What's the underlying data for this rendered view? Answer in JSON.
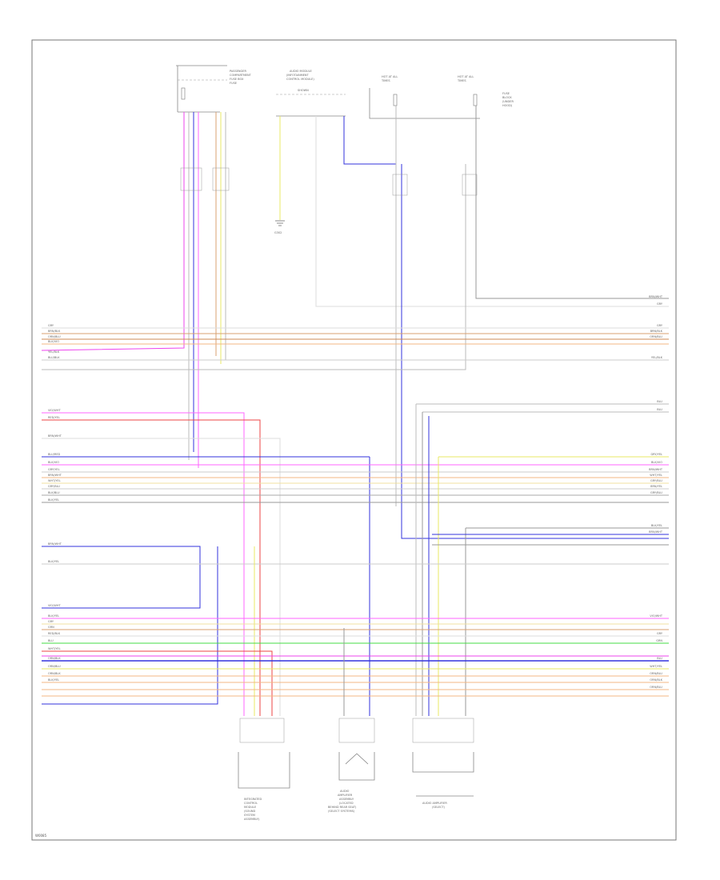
{
  "diagram": {
    "footer_code": "W0085",
    "components": {
      "top_left_fuse": [
        "PASSENGER",
        "COMPARTMENT",
        "FUSE BOX",
        "FUSE"
      ],
      "top_center_module": [
        "AUDIO MODULE",
        "(INFOTAINMENT",
        "CONTROL MODULE)",
        "SHOWN"
      ],
      "top_right_fuse_a": [
        "HOT AT ALL",
        "TIMES"
      ],
      "top_right_fuse_b": [
        "HOT AT ALL",
        "TIMES",
        "FUSE",
        "BLOCK",
        "(UNDER",
        "HOOD)"
      ],
      "ground_label": "G302",
      "bottom_left_module": [
        "INTEGRATED",
        "CONTROL",
        "MODULE",
        "(SOUND",
        "SYSTEM",
        "ASSEMBLY)"
      ],
      "bottom_center_module": [
        "AUDIO",
        "AMPLIFIER",
        "ASSEMBLY",
        "(LOCATED",
        "BEHIND REAR SEAT)",
        "(SELECT SYSTEMS)"
      ],
      "bottom_right_module": [
        "AUDIO AMPLIFIER",
        "(SELECT)"
      ]
    },
    "left_wire_labels": [
      "GRY",
      "BRN/BLK",
      "ORN/BLU",
      "BLK/VIO",
      "YEL/BLK",
      "BLU/BLK",
      "VIO/WHT",
      "RED/YEL",
      "BRN/WHT",
      "BLU/RED",
      "BLK/VIO",
      "GRY/YEL",
      "BRN/WHT",
      "WHT/YEL",
      "GRY/BLU",
      "BLK/BLU",
      "BLK/YEL",
      "BRN/WHT",
      "BLK/YEL",
      "VIO/WHT",
      "BLK/YEL",
      "GRY",
      "GRN",
      "RED/BLK",
      "BLU",
      "WHT/YEL",
      "ORN/BLK",
      "ORN/BLU",
      "ORN/BLK",
      "BLK/YEL"
    ],
    "right_wire_labels": [
      "BRN/WHT",
      "GRY",
      "GRY",
      "BRN/BLK",
      "ORN/BLU",
      "YEL/BLK",
      "BLU",
      "BLU",
      "GRY/YEL",
      "BLK/VIO",
      "BRN/WHT",
      "WHT/YEL",
      "GRY/BLU",
      "BRN/YEL",
      "GRY/BLU",
      "BLK/YEL",
      "BRN/WHT",
      "VIO/WHT",
      "GRY",
      "GRN",
      "BLU",
      "WHT/YEL",
      "ORN/BLU",
      "ORN/BLK",
      "ORN/BLU"
    ],
    "colors": {
      "gray": "#bbbbbb",
      "violet": "#ee44ee",
      "brown": "#d9a070",
      "orange": "#f3b783",
      "yellow": "#e8e864",
      "blue": "#3333dd",
      "red": "#ee4444",
      "green": "#44dd44",
      "pink": "#ff66ff",
      "frame": "#777777"
    }
  }
}
